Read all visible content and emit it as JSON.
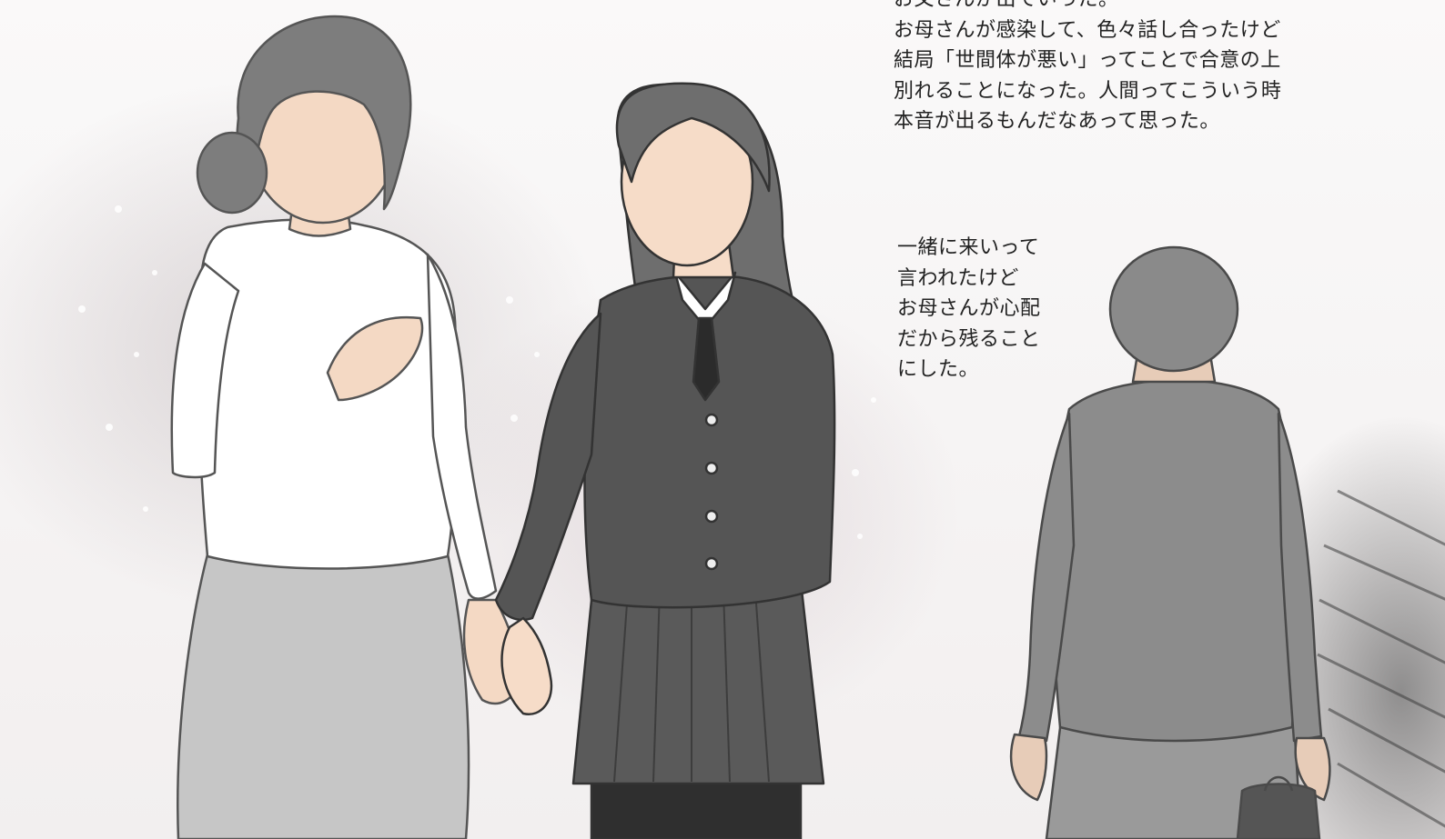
{
  "caption_top": {
    "lines": [
      "お父さんが出ていった。",
      "お母さんが感染して、色々話し合ったけど",
      "結局「世間体が悪い」ってことで合意の上",
      "別れることになった。人間ってこういう時",
      "本音が出るもんだなあって思った。"
    ]
  },
  "caption_side": {
    "lines": [
      "一緒に来いって",
      "言われたけど",
      "お母さんが心配",
      "だから残ること",
      "にした。"
    ]
  },
  "colors": {
    "ink": "#222222",
    "sweater": "#ffffff",
    "skirt_mother": "#c6c6c6",
    "uniform": "#555555",
    "suit": "#8c8c8c",
    "hair": "#7d7d7d"
  }
}
